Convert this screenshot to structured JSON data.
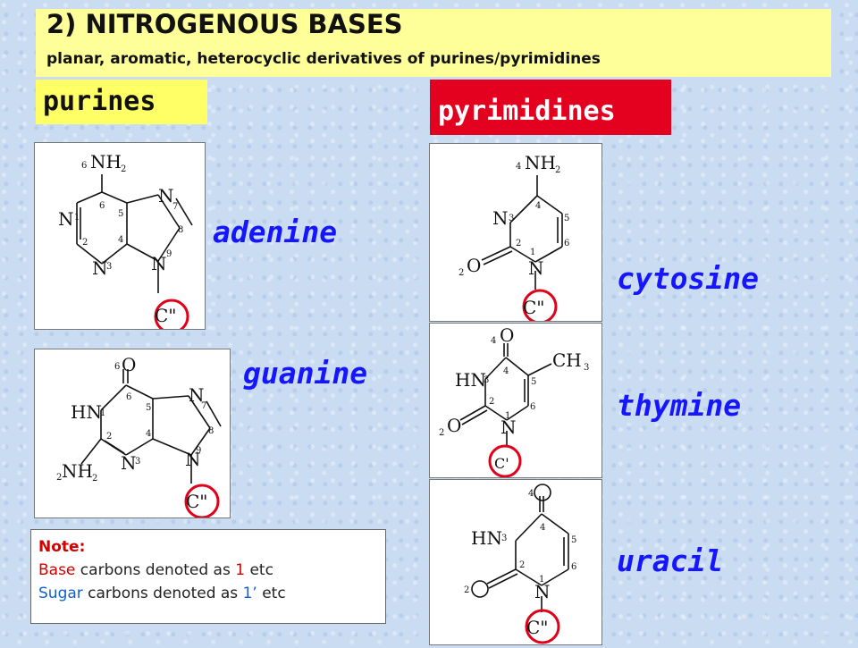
{
  "header": {
    "title": "2) NITROGENOUS BASES",
    "subtitle": "planar, aromatic, heterocyclic derivatives of purines/pyrimidines"
  },
  "groups": {
    "purines": "purines",
    "pyrimidines": "pyrimidines"
  },
  "bases": {
    "adenine": "adenine",
    "guanine": "guanine",
    "cytosine": "cytosine",
    "thymine": "thymine",
    "uracil": "uracil"
  },
  "note": {
    "heading": "Note:",
    "line1": {
      "word": "Base",
      "middle": " carbons denoted as ",
      "num": "1",
      "end": " etc"
    },
    "line2": {
      "word": "Sugar",
      "middle": " carbons denoted as ",
      "num": "1’",
      "end": " etc"
    }
  },
  "colors": {
    "title_band": "#ffff99",
    "purine_tag": "#ffff66",
    "pyrimidine_tag": "#e4001f",
    "base_name": "#1515ff",
    "highlight_circle": "#e0001a"
  }
}
